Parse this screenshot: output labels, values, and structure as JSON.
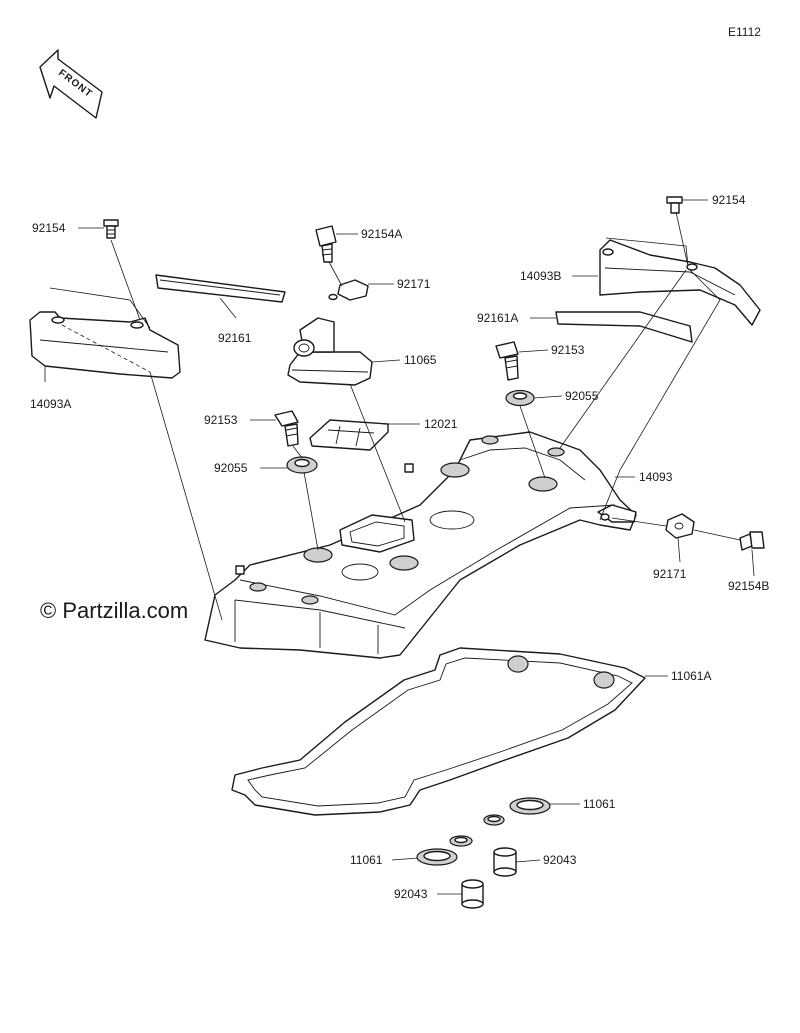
{
  "diagram_code": "E1112",
  "direction_label": "FRONT",
  "watermark": "© Partzilla.com",
  "callouts": {
    "c92154_left": "92154",
    "c92154A": "92154A",
    "c92154_right": "92154",
    "c14093B": "14093B",
    "c92171_top": "92171",
    "c92161": "92161",
    "c92161A": "92161A",
    "c14093A": "14093A",
    "c11065": "11065",
    "c92153_right": "92153",
    "c92055_right": "92055",
    "c92153_left": "92153",
    "c12021": "12021",
    "c92055_left": "92055",
    "c14093": "14093",
    "c92171_right": "92171",
    "c92154B": "92154B",
    "c11061A": "11061A",
    "c11061_right": "11061",
    "c11061_left": "11061",
    "c92043_right": "92043",
    "c92043_left": "92043"
  }
}
